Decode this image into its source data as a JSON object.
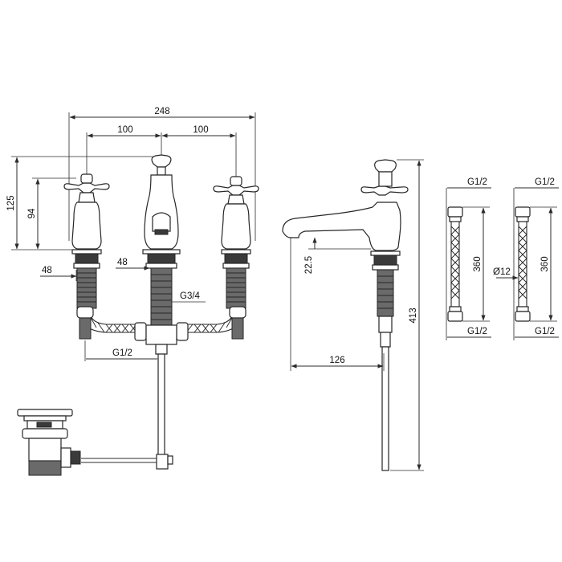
{
  "dimensions": {
    "overall_width": "248",
    "spacing_left": "100",
    "spacing_right": "100",
    "height_total": "125",
    "height_handle": "94",
    "thread_left": "48",
    "thread_center": "48",
    "inlet_thread": "G3/4",
    "outlet_thread": "G1/2",
    "spout_height": "22.5",
    "spout_reach": "126",
    "overall_height": "413",
    "hose1_top": "G1/2",
    "hose1_length": "360",
    "hose1_bottom": "G1/2",
    "hose2_top": "G1/2",
    "hose2_length": "360",
    "hose2_diameter": "Ø12",
    "hose2_bottom": "G1/2"
  },
  "colors": {
    "line": "#2b2b2b",
    "shade": "#6a6a6a"
  }
}
